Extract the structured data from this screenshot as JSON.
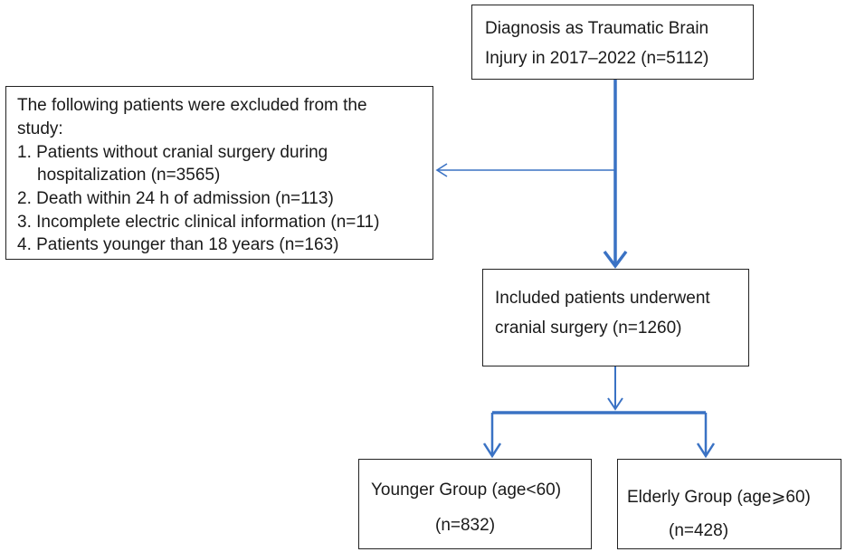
{
  "diagnosis": {
    "line1": "Diagnosis as Traumatic Brain",
    "line2": "Injury in 2017–2022 (n=5112)"
  },
  "exclusion": {
    "heading1": "The following patients were excluded from the",
    "heading2": "study:",
    "items": [
      "1. Patients without cranial surgery during",
      "hospitalization (n=3565)",
      "2. Death within 24 h of admission (n=113)",
      "3. Incomplete electric clinical information (n=11)",
      "4. Patients younger than 18 years (n=163)"
    ]
  },
  "included": {
    "line1": "Included patients underwent",
    "line2": "cranial surgery (n=1260)"
  },
  "younger": {
    "label": "Younger Group (age<60)",
    "n": "(n=832)"
  },
  "elderly": {
    "label": "Elderly Group (age⩾60)",
    "n": "(n=428)"
  },
  "colors": {
    "arrow": "#3a72c4",
    "border": "#222222"
  }
}
